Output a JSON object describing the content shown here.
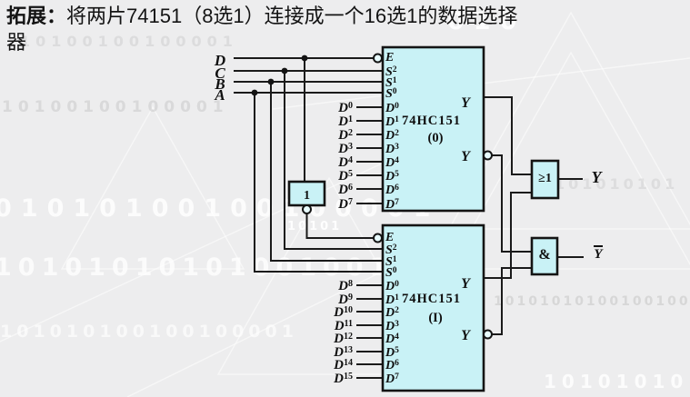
{
  "title": {
    "prefix": "拓展：",
    "line1": "将两片74151（8选1）连接成一个16选1的数据选择",
    "line2": "器"
  },
  "colors": {
    "accent": "#B8861B",
    "chip_fill": "#C9F2F6",
    "wire": "#1A1A1A",
    "background": "#EDEDEE"
  },
  "inputs": {
    "select_labels": [
      "D",
      "C",
      "B",
      "A"
    ]
  },
  "chip0": {
    "part_number": "74HC151",
    "designator": "(0)",
    "pins": [
      {
        "base": "E",
        "sup": ""
      },
      {
        "base": "S",
        "sup": "2"
      },
      {
        "base": "S",
        "sup": "1"
      },
      {
        "base": "S",
        "sup": "0"
      },
      {
        "base": "D",
        "sup": "0"
      },
      {
        "base": "D",
        "sup": "1"
      },
      {
        "base": "D",
        "sup": "2"
      },
      {
        "base": "D",
        "sup": "3"
      },
      {
        "base": "D",
        "sup": "4"
      },
      {
        "base": "D",
        "sup": "5"
      },
      {
        "base": "D",
        "sup": "6"
      },
      {
        "base": "D",
        "sup": "7"
      }
    ],
    "data_labels": [
      {
        "base": "D",
        "sup": "0"
      },
      {
        "base": "D",
        "sup": "1"
      },
      {
        "base": "D",
        "sup": "2"
      },
      {
        "base": "D",
        "sup": "3"
      },
      {
        "base": "D",
        "sup": "4"
      },
      {
        "base": "D",
        "sup": "5"
      },
      {
        "base": "D",
        "sup": "6"
      },
      {
        "base": "D",
        "sup": "7"
      }
    ],
    "outputs": [
      "Y",
      "Y"
    ]
  },
  "chip1": {
    "part_number": "74HC151",
    "designator": "(I)",
    "pins": [
      {
        "base": "E",
        "sup": ""
      },
      {
        "base": "S",
        "sup": "2"
      },
      {
        "base": "S",
        "sup": "1"
      },
      {
        "base": "S",
        "sup": "0"
      },
      {
        "base": "D",
        "sup": "0"
      },
      {
        "base": "D",
        "sup": "1"
      },
      {
        "base": "D",
        "sup": "2"
      },
      {
        "base": "D",
        "sup": "3"
      },
      {
        "base": "D",
        "sup": "4"
      },
      {
        "base": "D",
        "sup": "5"
      },
      {
        "base": "D",
        "sup": "6"
      },
      {
        "base": "D",
        "sup": "7"
      }
    ],
    "data_labels": [
      {
        "base": "D",
        "sup": "8"
      },
      {
        "base": "D",
        "sup": "9"
      },
      {
        "base": "D",
        "sup": "10"
      },
      {
        "base": "D",
        "sup": "11"
      },
      {
        "base": "D",
        "sup": "12"
      },
      {
        "base": "D",
        "sup": "13"
      },
      {
        "base": "D",
        "sup": "14"
      },
      {
        "base": "D",
        "sup": "15"
      }
    ],
    "outputs": [
      "Y",
      "Y"
    ]
  },
  "gates": {
    "inverter_label": "1",
    "or_label": "≥1",
    "and_label": "&"
  },
  "final_outputs": {
    "y": "Y",
    "y_inv": "Y"
  },
  "watermark": [
    "010",
    "10100100100001",
    "10100100100001",
    "01010100100100001",
    "101010101010010010000",
    "101010100100100001",
    "101010101",
    "101010101001001000001",
    "1010101010",
    "10101"
  ]
}
